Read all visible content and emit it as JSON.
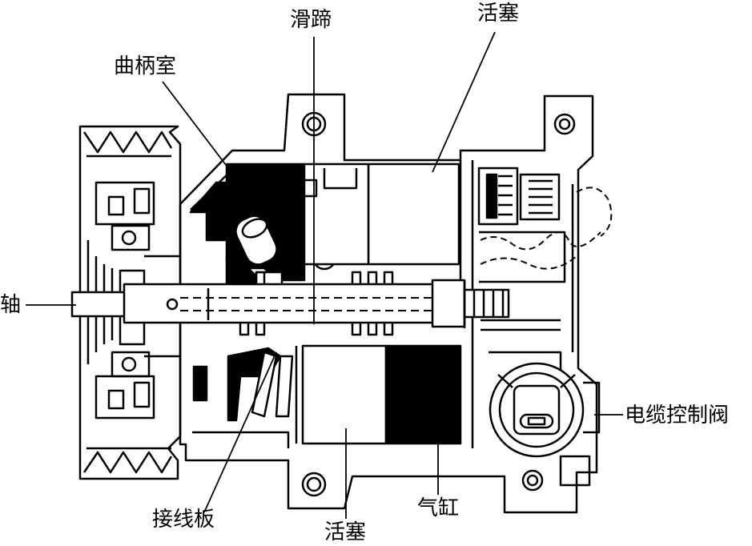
{
  "labels": {
    "slipper": "滑蹄",
    "piston_top": "活塞",
    "crankcase": "曲柄室",
    "shaft": "轴",
    "control_valve": "电缆控制阀",
    "wiring_board": "接线板",
    "piston_bottom": "活塞",
    "cylinder": "气缸"
  },
  "colors": {
    "ink": "#000000",
    "paper": "#ffffff"
  }
}
